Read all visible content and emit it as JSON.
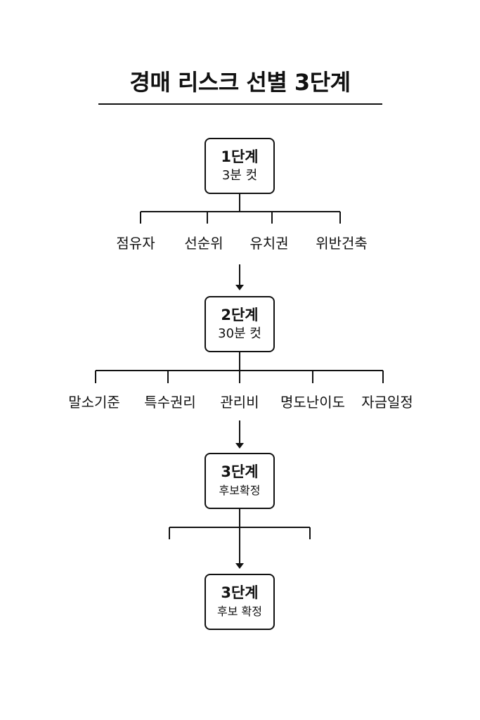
{
  "title": "경매 리스크 선별 3단계",
  "stages": [
    {
      "line1": "1단계",
      "line2": "3분 컷",
      "items": [
        "점유자",
        "선순위",
        "유치권",
        "위반건축"
      ]
    },
    {
      "line1": "2단계",
      "line2": "30분 컷",
      "items": [
        "말소기준",
        "특수권리",
        "관리비",
        "명도난이도",
        "자금일정"
      ]
    },
    {
      "line1": "3단계",
      "line2": "후보확정",
      "items": []
    },
    {
      "line1": "3단계",
      "line2": "후보 확정",
      "items": []
    }
  ]
}
